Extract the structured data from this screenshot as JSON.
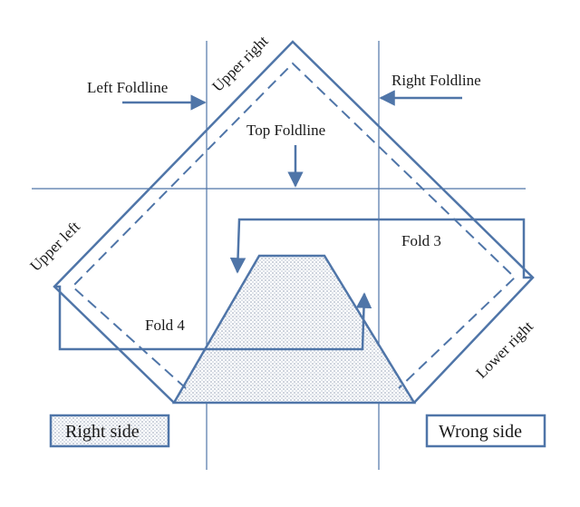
{
  "colors": {
    "line": "#4f75a8",
    "dots": "#9aa8bd",
    "text": "#1a1a1a"
  },
  "labels": {
    "left_foldline": "Left Foldline",
    "right_foldline": "Right Foldline",
    "top_foldline": "Top Foldline",
    "upper_right": "Upper right",
    "upper_left": "Upper left",
    "lower_right": "Lower right",
    "fold_3": "Fold 3",
    "fold_4": "Fold 4"
  },
  "legend": {
    "right_side": "Right side",
    "wrong_side": "Wrong side"
  }
}
